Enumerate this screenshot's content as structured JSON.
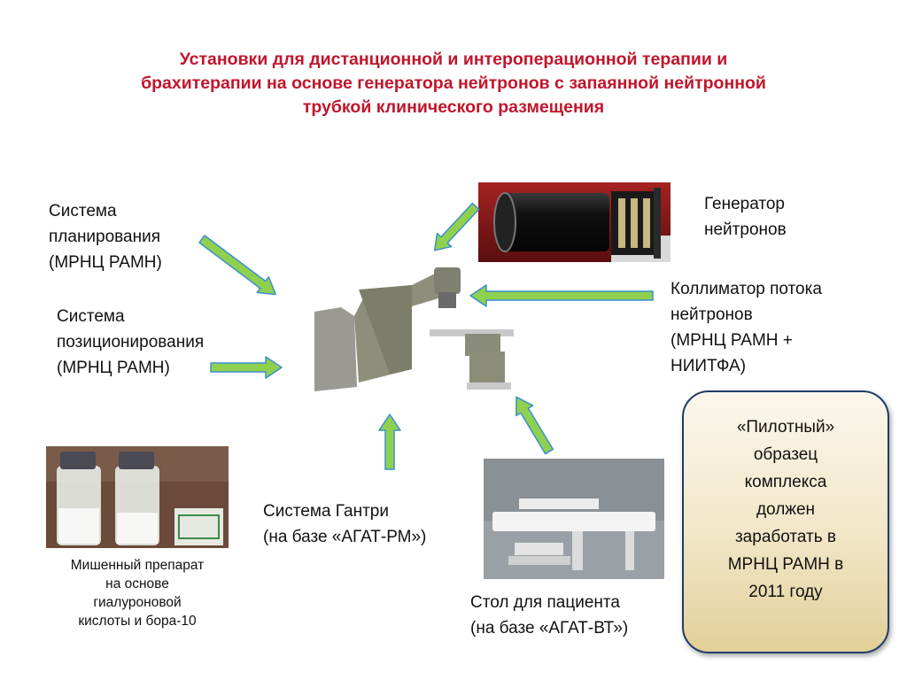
{
  "title": {
    "line1": "Установки для дистанционной и интероперационной терапии и",
    "line2": "брахитерапии на основе генератора нейтронов с запаянной нейтронной",
    "line3": "трубкой клинического размещения"
  },
  "labels": {
    "planning": [
      "Система",
      "планирования",
      "(МРНЦ РАМН)"
    ],
    "positioning": [
      "Система",
      "позиционирования",
      "(МРНЦ РАМН)"
    ],
    "generator": [
      "Генератор",
      "нейтронов"
    ],
    "collimator": [
      "Коллиматор потока",
      "нейтронов",
      "(МРНЦ РАМН +",
      "НИИТФА)"
    ],
    "gantry": [
      "Система Гантри",
      "(на базе «АГАТ-РМ»)"
    ],
    "table": [
      "Стол для пациента",
      "(на базе «АГАТ-ВТ»)"
    ],
    "target": [
      "Мишенный препарат",
      "на основе",
      "гиалуроновой",
      "кислоты и бора-10"
    ]
  },
  "pilot": [
    "«Пилотный»",
    "образец",
    "комплекса",
    "должен",
    "заработать в",
    "МРНЦ РАМН в",
    "2011 году"
  ],
  "colors": {
    "title": "#c0162c",
    "arrow_fill": "#8fd14f",
    "arrow_stroke": "#3a8fd0",
    "pilot_border": "#1f3e66"
  }
}
